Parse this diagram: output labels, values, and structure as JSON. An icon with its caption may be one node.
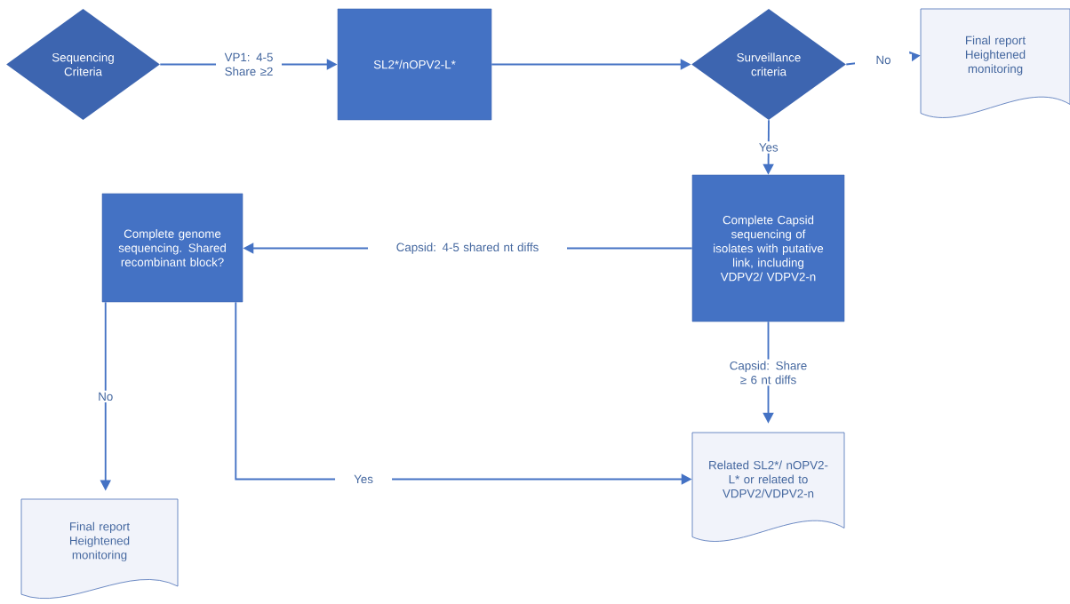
{
  "diagram": {
    "nodes": [
      {
        "text": [
          "Sequencing Criteria"
        ]
      },
      {
        "text": [
          "SL2*/nOPV2-L*"
        ]
      },
      {
        "text": [
          "Surveillance criteria"
        ]
      },
      {
        "text": [
          "Final report Heightened monitoring"
        ]
      },
      {
        "text": [
          "Complete Capsid sequencing of isolates with putative link, including VDPV2/ VDPV2-n"
        ]
      },
      {
        "text": [
          "Complete genome sequencing. Shared recombinant block?"
        ]
      },
      {
        "text": [
          "Final report Heightened monitoring"
        ]
      },
      {
        "text": [
          "Related SL2*/ nOPV2-L* or related to VDPV2/VDPV2-n"
        ]
      }
    ],
    "edges": [
      {
        "from": 0,
        "to": 1,
        "arrow": "to",
        "label": "VP1: 4-5 Share ≥2"
      },
      {
        "from": 1,
        "to": 2,
        "arrow": "to"
      },
      {
        "from": 2,
        "to": 3,
        "arrow": "to",
        "label": "No"
      },
      {
        "from": 2,
        "to": 4,
        "arrow": "to",
        "label": "Yes"
      },
      {
        "from": 4,
        "to": 5,
        "arrow": "to",
        "label": "Capsid: 4-5 shared nt diffs"
      },
      {
        "from": 4,
        "to": 7,
        "arrow": "to",
        "label": "Capsid: Share ≥ 6 nt diffs"
      },
      {
        "from": 5,
        "to": 6,
        "arrow": "to",
        "label": "No"
      },
      {
        "from": 5,
        "to": 7,
        "arrow": "to",
        "label": "Yes"
      }
    ]
  }
}
